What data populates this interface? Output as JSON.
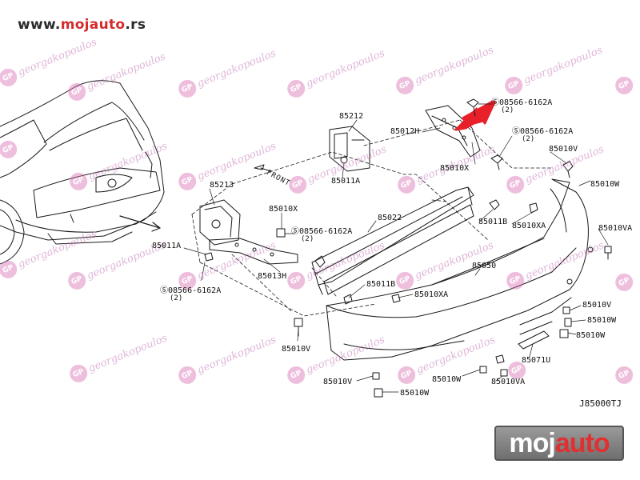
{
  "site": {
    "url_prefix": "www.",
    "url_brand": "mojauto",
    "url_suffix": ".rs"
  },
  "logo": {
    "part1": "moj",
    "part2": "auto"
  },
  "watermark": {
    "text": "georgakopoulos"
  },
  "drawing_code": "J85000TJ",
  "front_label": "FRONT",
  "callouts": [
    {
      "id": "p85212",
      "text": "85212"
    },
    {
      "id": "p85012h",
      "text": "85012H"
    },
    {
      "id": "p08566_1",
      "text": "08566-6162A",
      "qty": "(2)"
    },
    {
      "id": "p08566_2",
      "text": "08566-6162A",
      "qty": "(2)"
    },
    {
      "id": "p85010v_tr",
      "text": "85010V"
    },
    {
      "id": "p85010x_top",
      "text": "85010X"
    },
    {
      "id": "p85011a_top",
      "text": "85011A"
    },
    {
      "id": "p85213",
      "text": "85213"
    },
    {
      "id": "p85010x_mid",
      "text": "85010X"
    },
    {
      "id": "p08566_3",
      "text": "08566-6162A",
      "qty": "(2)"
    },
    {
      "id": "p85022",
      "text": "85022"
    },
    {
      "id": "p85011b_r",
      "text": "85011B"
    },
    {
      "id": "p85010xa_r",
      "text": "85010XA"
    },
    {
      "id": "p85010w_tr",
      "text": "85010W"
    },
    {
      "id": "p85011a_l",
      "text": "85011A"
    },
    {
      "id": "p85010va_r",
      "text": "85010VA"
    },
    {
      "id": "p85013h",
      "text": "85013H"
    },
    {
      "id": "p85050",
      "text": "85050"
    },
    {
      "id": "p08566_4",
      "text": "08566-6162A",
      "qty": "(2)"
    },
    {
      "id": "p85011b_m",
      "text": "85011B"
    },
    {
      "id": "p85010xa_m",
      "text": "85010XA"
    },
    {
      "id": "p85010v_r",
      "text": "85010V"
    },
    {
      "id": "p85010w_r1",
      "text": "85010W"
    },
    {
      "id": "p85010w_r2",
      "text": "85010W"
    },
    {
      "id": "p85010v_l",
      "text": "85010V"
    },
    {
      "id": "p85071u",
      "text": "85071U"
    },
    {
      "id": "p85010w_bm",
      "text": "85010W"
    },
    {
      "id": "p85010va_b",
      "text": "85010VA"
    },
    {
      "id": "p85010v_b",
      "text": "85010V"
    },
    {
      "id": "p85010w_b",
      "text": "85010W"
    }
  ],
  "colors": {
    "accent_red": "#e8202a",
    "line": "#1a1a1a",
    "watermark": "#d86fb1"
  }
}
